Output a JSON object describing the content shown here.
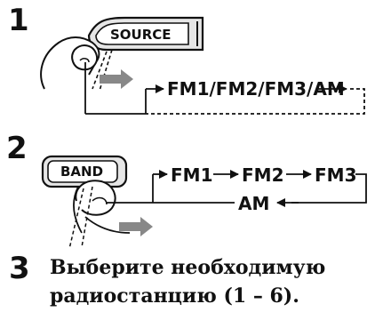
{
  "step1": {
    "number": "1",
    "button_label": "SOURCE",
    "sequence": "FM1/FM2/FM3/AM"
  },
  "step2": {
    "number": "2",
    "button_label": "BAND",
    "fm1": "FM1",
    "fm2": "FM2",
    "fm3": "FM3",
    "am": "AM"
  },
  "step3": {
    "number": "3",
    "text_line1": "Выберите необходимую",
    "text_line2": "радиостанцию (1 – 6)."
  },
  "icons": [
    "finger-press-icon",
    "arrow-right-icon"
  ],
  "colors": {
    "ink": "#111111",
    "arrow_gray": "#888888",
    "button_fill": "#e6e6e6"
  }
}
